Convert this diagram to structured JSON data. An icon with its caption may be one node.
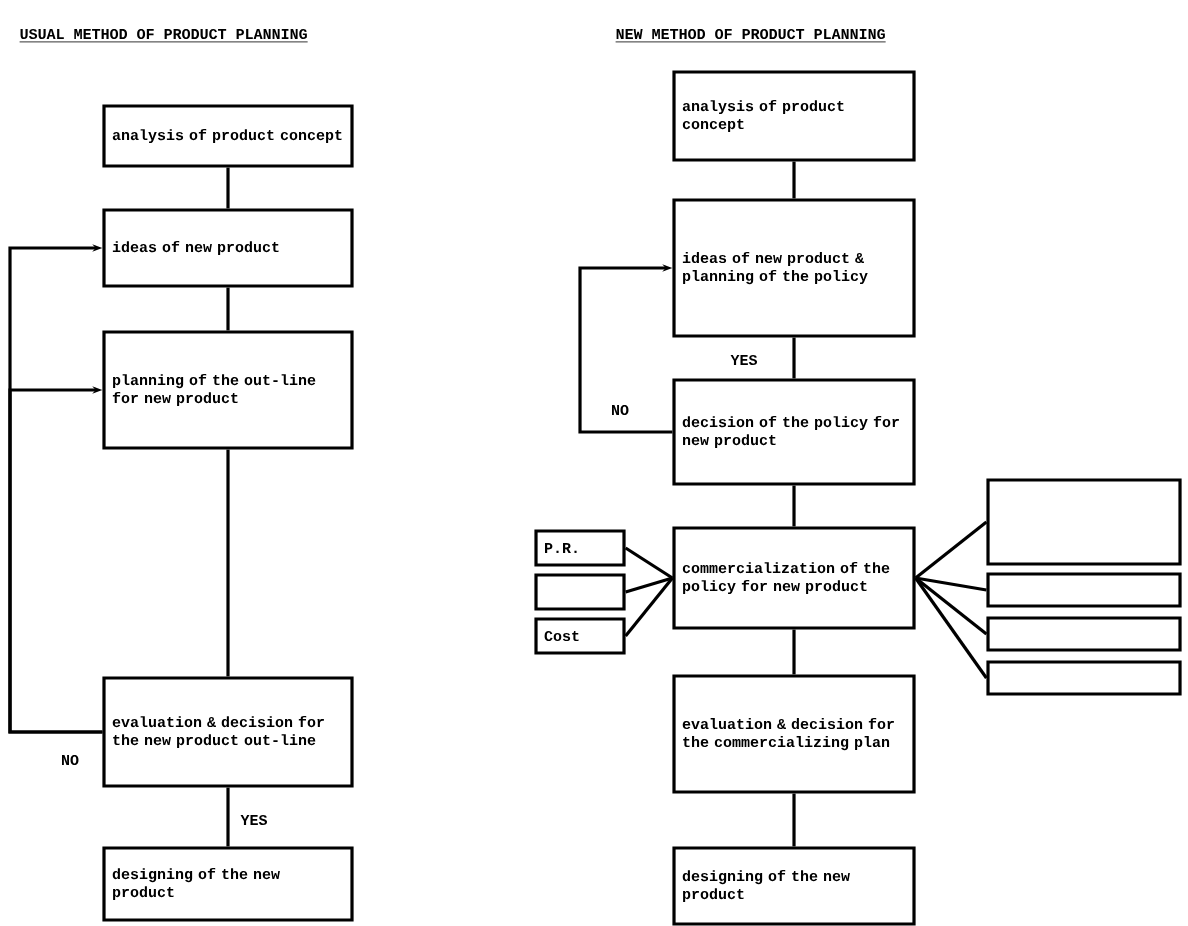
{
  "diagram": {
    "nodes": [
      {
        "text": [
          "analysis of product concept"
        ]
      },
      {
        "text": [
          "ideas of new product"
        ]
      },
      {
        "text": [
          "planning of the out-line for new product"
        ]
      },
      {
        "text": [
          "evaluation & decision for the new product out-line"
        ]
      },
      {
        "text": [
          "designing of the new product"
        ]
      },
      {
        "text": [
          "analysis of product concept"
        ]
      },
      {
        "text": [
          "ideas of new product & planning of the policy"
        ]
      },
      {
        "text": [
          "decision of the policy for new product"
        ]
      },
      {
        "text": [
          "commercialization of the policy for new product"
        ]
      },
      {
        "text": [
          "P.R."
        ]
      },
      {
        "text": [],
        "shape": "box"
      },
      {
        "text": [
          "Cost"
        ]
      },
      {
        "text": [],
        "shape": "box"
      },
      {
        "text": [],
        "shape": "box"
      },
      {
        "text": [],
        "shape": "box"
      },
      {
        "text": [],
        "shape": "box"
      },
      {
        "text": [
          "evaluation & decision for the commercializing plan"
        ]
      },
      {
        "text": [
          "designing of the new product"
        ]
      }
    ],
    "edges": [
      {
        "from": 0,
        "to": 1,
        "arrow": "none"
      },
      {
        "from": 1,
        "to": 2,
        "arrow": "none"
      },
      {
        "from": 2,
        "to": 3,
        "arrow": "none"
      },
      {
        "from": 3,
        "to": 1,
        "arrow": "to",
        "label": "NO"
      },
      {
        "from": 3,
        "to": 2,
        "arrow": "to"
      },
      {
        "from": 3,
        "to": 4,
        "arrow": "none",
        "label": "YES"
      },
      {
        "from": 5,
        "to": 6,
        "arrow": "none"
      },
      {
        "from": 6,
        "to": 7,
        "arrow": "none",
        "label": "YES"
      },
      {
        "from": 7,
        "to": 6,
        "arrow": "to",
        "label": "NO"
      },
      {
        "from": 7,
        "to": 8,
        "arrow": "none"
      },
      {
        "from": 9,
        "to": 8,
        "arrow": "none"
      },
      {
        "from": 10,
        "to": 8,
        "arrow": "none"
      },
      {
        "from": 11,
        "to": 8,
        "arrow": "none"
      },
      {
        "from": 8,
        "to": 12,
        "arrow": "none"
      },
      {
        "from": 8,
        "to": 13,
        "arrow": "none"
      },
      {
        "from": 8,
        "to": 14,
        "arrow": "none"
      },
      {
        "from": 8,
        "to": 15,
        "arrow": "none"
      },
      {
        "from": 8,
        "to": 16,
        "arrow": "none"
      },
      {
        "from": 16,
        "to": 17,
        "arrow": "none"
      }
    ],
    "labels": [
      "USUAL METHOD OF PRODUCT PLANNING",
      "NEW METHOD OF PRODUCT PLANNING"
    ]
  }
}
